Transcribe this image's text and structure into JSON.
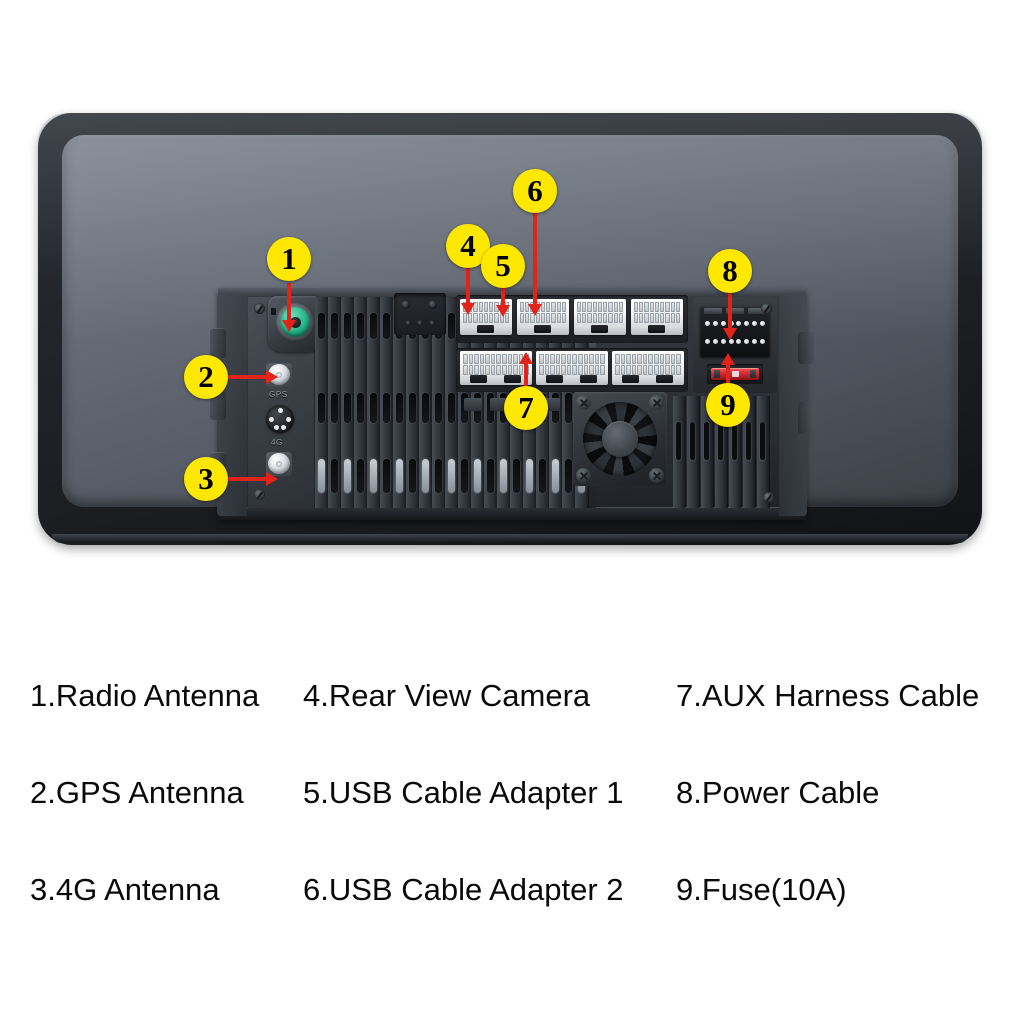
{
  "product": {
    "type": "car-stereo-head-unit",
    "view": "rear-panel",
    "chassis_port_labels": {
      "gps": "GPS",
      "lte": "4G"
    }
  },
  "callouts": [
    {
      "id": "1",
      "number": "1",
      "target": "radio-antenna-jack"
    },
    {
      "id": "2",
      "number": "2",
      "target": "gps-antenna-jack"
    },
    {
      "id": "3",
      "number": "3",
      "target": "4g-antenna-jack"
    },
    {
      "id": "4",
      "number": "4",
      "target": "rear-view-camera-connector"
    },
    {
      "id": "5",
      "number": "5",
      "target": "usb-cable-adapter-1-connector"
    },
    {
      "id": "6",
      "number": "6",
      "target": "usb-cable-adapter-2-connector"
    },
    {
      "id": "7",
      "number": "7",
      "target": "aux-harness-connector"
    },
    {
      "id": "8",
      "number": "8",
      "target": "power-cable-connector"
    },
    {
      "id": "9",
      "number": "9",
      "target": "fuse"
    }
  ],
  "legend": {
    "columns": [
      [
        {
          "number": "1",
          "label": "1.Radio Antenna"
        },
        {
          "number": "2",
          "label": "2.GPS Antenna"
        },
        {
          "number": "3",
          "label": "3.4G Antenna"
        }
      ],
      [
        {
          "number": "4",
          "label": "4.Rear View Camera"
        },
        {
          "number": "5",
          "label": "5.USB Cable Adapter 1"
        },
        {
          "number": "6",
          "label": "6.USB Cable Adapter 2"
        }
      ],
      [
        {
          "number": "7",
          "label": "7.AUX Harness Cable"
        },
        {
          "number": "8",
          "label": "8.Power Cable"
        },
        {
          "number": "9",
          "label": "9.Fuse(10A)"
        }
      ]
    ]
  },
  "colors": {
    "background": "#ffffff",
    "callout_fill": "#ffe800",
    "callout_text": "#000000",
    "leader_line": "#e2231a",
    "bezel": "#232529",
    "panel": "#5e646e",
    "chassis": "#32363c",
    "connector_white": "#ffffff",
    "fakra_green": "#27b58a",
    "fuse_red": "#cf2b33",
    "legend_text": "#0a0a0a"
  }
}
